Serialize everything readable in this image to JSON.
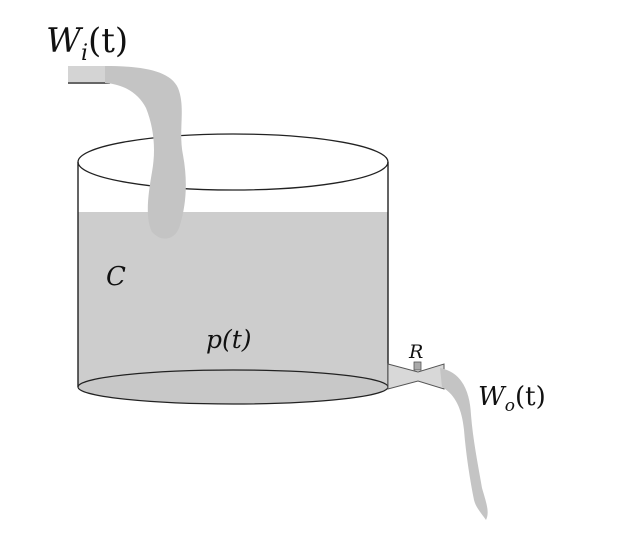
{
  "labels": {
    "inflow": "W",
    "inflow_sub": "i",
    "inflow_arg": "(t)",
    "capacitance": "C",
    "pressure": "p(t)",
    "resistance": "R",
    "outflow": "W",
    "outflow_sub": "o",
    "outflow_arg": "(t)"
  },
  "colors": {
    "liquid": "#cdcdcd",
    "stream": "#c4c4c4",
    "outline": "#222222",
    "background": "#ffffff"
  }
}
